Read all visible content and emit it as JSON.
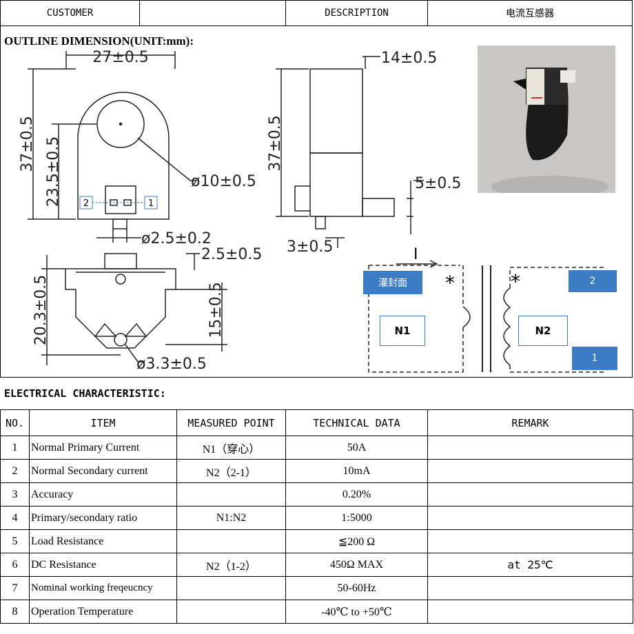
{
  "header": {
    "customer_label": "CUSTOMER",
    "customer_value": "",
    "description_label": "DESCRIPTION",
    "description_value": "电流互感器"
  },
  "outline": {
    "title": "OUTLINE DIMENSION(UNIT:mm):",
    "dims": {
      "width": "27±0.5",
      "height_total": "37±0.5",
      "hole_center": "23.5±0.5",
      "hole_dia": "ø10±0.5",
      "pin_dia": "ø2.5±0.2",
      "depth": "14±0.5",
      "side_height": "37±0.5",
      "tab": "5±0.5",
      "pin_len": "3±0.5",
      "bottom_height": "20.3±0.5",
      "bottom_inner": "15±0.5",
      "bottom_offset": "2.5±0.5",
      "mount_dia": "ø3.3±0.5"
    },
    "connector_pins": {
      "left": "2",
      "right": "1"
    }
  },
  "schematic": {
    "current_label": "I",
    "potting_face": "灌封面",
    "primary": "N1",
    "secondary": "N2",
    "terminal_top": "2",
    "terminal_bottom": "1",
    "dot_mark": "*"
  },
  "electrical": {
    "title": "ELECTRICAL CHARACTERISTIC:",
    "columns": [
      "NO.",
      "ITEM",
      "MEASURED POINT",
      "TECHNICAL DATA",
      "REMARK"
    ],
    "rows": [
      {
        "no": "1",
        "item": "Normal Primary Current",
        "point": "N1（穿心）",
        "data": "50A",
        "remark": ""
      },
      {
        "no": "2",
        "item": "Normal Secondary  current",
        "point": "N2（2-1）",
        "data": "10mA",
        "remark": ""
      },
      {
        "no": "3",
        "item": "Accuracy",
        "point": "",
        "data": "0.20%",
        "remark": ""
      },
      {
        "no": "4",
        "item": "Primary/secondary ratio",
        "point": "N1:N2",
        "data": "1:5000",
        "remark": ""
      },
      {
        "no": "5",
        "item": "Load Resistance",
        "point": "",
        "data": "≦200 Ω",
        "remark": ""
      },
      {
        "no": "6",
        "item": "DC  Resistance",
        "point": "N2（1-2）",
        "data": "450Ω  MAX",
        "remark": "at 25℃"
      },
      {
        "no": "7",
        "item": "Nominal working freqeucncy",
        "point": "",
        "data": "50-60Hz",
        "remark": ""
      },
      {
        "no": "8",
        "item": "Operation Temperature",
        "point": "",
        "data": "-40℃ to +50℃",
        "remark": ""
      }
    ]
  }
}
